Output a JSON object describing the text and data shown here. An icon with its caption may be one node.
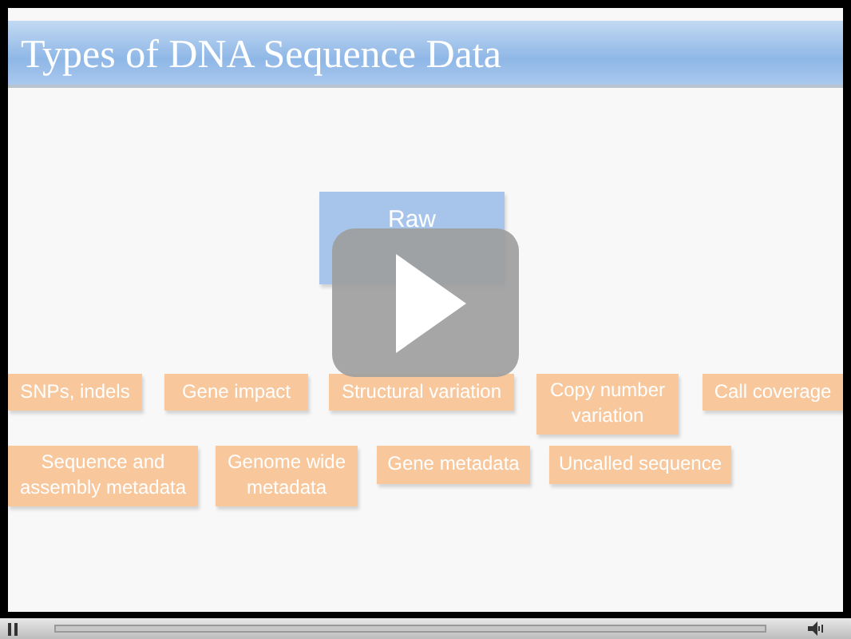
{
  "diagram": {
    "title": "Types of DNA Sequence Data",
    "nodes": [
      {
        "text": [
          "Raw"
        ]
      },
      {
        "text": [
          "SNPs, indels"
        ]
      },
      {
        "text": [
          "Gene impact"
        ]
      },
      {
        "text": [
          "Structural variation"
        ]
      },
      {
        "text": [
          "Copy number variation"
        ]
      },
      {
        "text": [
          "Call coverage"
        ]
      },
      {
        "text": [
          "Sequence and assembly metadata"
        ]
      },
      {
        "text": [
          "Genome wide metadata"
        ]
      },
      {
        "text": [
          "Gene metadata"
        ]
      },
      {
        "text": [
          "Uncalled sequence"
        ]
      }
    ],
    "edges": []
  }
}
